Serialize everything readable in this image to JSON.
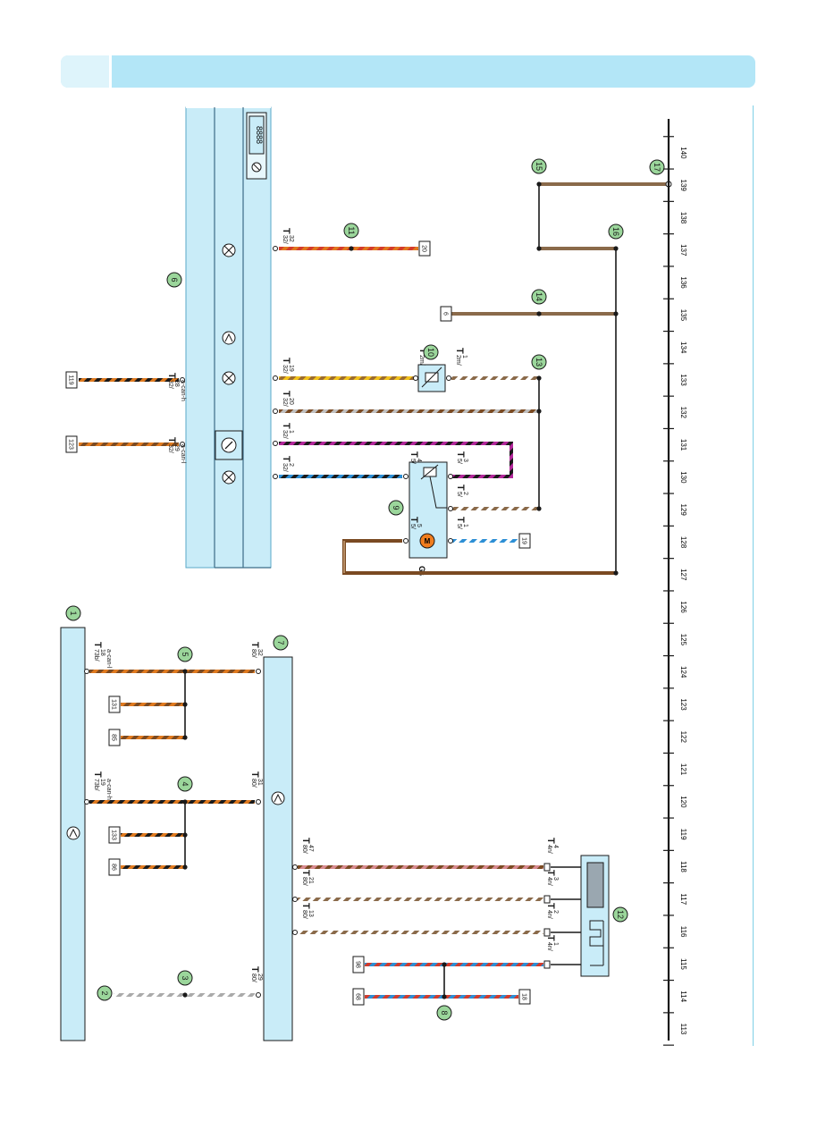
{
  "ruler": {
    "labels": [
      "113",
      "114",
      "115",
      "116",
      "117",
      "118",
      "119",
      "120",
      "121",
      "122",
      "123",
      "124",
      "125",
      "126",
      "127",
      "128",
      "129",
      "130",
      "131",
      "132",
      "133",
      "134",
      "135",
      "136",
      "137",
      "138",
      "139",
      "140"
    ]
  },
  "callouts": {
    "c1": "1",
    "c2": "2",
    "c3": "3",
    "c4": "4",
    "c5": "5",
    "c6": "6",
    "c7": "7",
    "c8": "8",
    "c9": "9",
    "c10": "10",
    "c11": "11",
    "c12": "12",
    "c13": "13",
    "c14": "14",
    "c15": "15",
    "c16": "16",
    "c17": "17"
  },
  "references": {
    "r119": "119",
    "r123": "123",
    "r20": "20",
    "r6": "6",
    "r19": "19",
    "r131": "131",
    "r85": "85",
    "r133": "133",
    "r86": "86",
    "r98": "98",
    "r68": "68",
    "r18": "18"
  },
  "pins": {
    "p_t32_28": [
      "T",
      "32/",
      "28",
      "a-can-h"
    ],
    "p_t32_29": [
      "T",
      "32/",
      "29",
      "a-can-l"
    ],
    "p_t32_32": [
      "T",
      "32/",
      "32"
    ],
    "p_t32_19": [
      "T",
      "32/",
      "19"
    ],
    "p_t32_20": [
      "T",
      "32/",
      "20"
    ],
    "p_t32_1": [
      "T",
      "32/",
      "1"
    ],
    "p_t32_2": [
      "T",
      "32/",
      "2"
    ],
    "p_t2m_2": [
      "T",
      "2m/",
      "2"
    ],
    "p_t2m_1": [
      "T",
      "2m/",
      "1"
    ],
    "p_t5_4": [
      "T",
      "5/",
      "4"
    ],
    "p_t5_3": [
      "T",
      "5/",
      "3"
    ],
    "p_t5_5": [
      "T",
      "5/",
      "5"
    ],
    "p_t5_2": [
      "T",
      "5/",
      "2"
    ],
    "p_t5_1": [
      "T",
      "5/",
      "1"
    ],
    "p_t73b_18": [
      "T",
      "73b/",
      "18",
      "a-can-l"
    ],
    "p_t73b_19": [
      "T",
      "73b/",
      "19",
      "a-can-h"
    ],
    "p_t80_32": [
      "T",
      "80/",
      "32"
    ],
    "p_t80_31": [
      "T",
      "80/",
      "31"
    ],
    "p_t80_47": [
      "T",
      "80/",
      "47"
    ],
    "p_t80_21": [
      "T",
      "80/",
      "21"
    ],
    "p_t80_13": [
      "T",
      "80/",
      "13"
    ],
    "p_t80_29": [
      "T",
      "80/",
      "29"
    ],
    "p_t4n_4": [
      "T",
      "4n/",
      "4"
    ],
    "p_t4n_3": [
      "T",
      "4n/",
      "3"
    ],
    "p_t4n_2": [
      "T",
      "4n/",
      "2"
    ],
    "p_t4n_1": [
      "T",
      "4n/",
      "1"
    ]
  },
  "components": {
    "g6_label": [
      "G",
      "6"
    ],
    "motor_label": "M",
    "display_digits": "8888"
  },
  "colors": {
    "module_fill": "#c9ecf8",
    "wire_orange": "#e07a1f",
    "wire_brown": "#7a4a22",
    "wire_black": "#1a1a1a",
    "wire_blue": "#2d8fd5",
    "wire_red": "#d33a2c",
    "wire_violet": "#b3269b",
    "wire_yellow": "#f2c21a",
    "wire_grey": "#a0a0a0",
    "wire_white": "#ffffff",
    "callout_fill": "#9bd69b",
    "motor_fill": "#f07d1e"
  }
}
